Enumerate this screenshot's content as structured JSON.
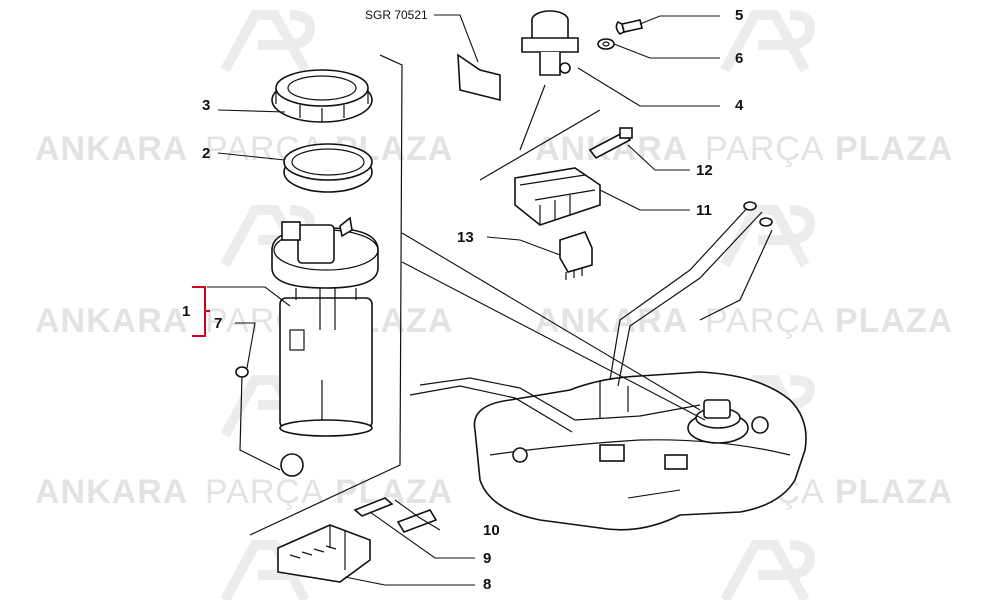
{
  "diagram": {
    "reference_code": "SGR 70521",
    "callouts": [
      {
        "id": "c1",
        "label": "1"
      },
      {
        "id": "c2",
        "label": "2"
      },
      {
        "id": "c3",
        "label": "3"
      },
      {
        "id": "c4",
        "label": "4"
      },
      {
        "id": "c5",
        "label": "5"
      },
      {
        "id": "c6",
        "label": "6"
      },
      {
        "id": "c7",
        "label": "7"
      },
      {
        "id": "c8",
        "label": "8"
      },
      {
        "id": "c9",
        "label": "9"
      },
      {
        "id": "c10",
        "label": "10"
      },
      {
        "id": "c11",
        "label": "11"
      },
      {
        "id": "c12",
        "label": "12"
      },
      {
        "id": "c13",
        "label": "13"
      }
    ],
    "highlight_color": "#d0021b"
  },
  "watermark": {
    "part1": "ANKARA",
    "part2": "PARÇA",
    "part3": "PLAZA",
    "color": "#e3e3e3"
  }
}
